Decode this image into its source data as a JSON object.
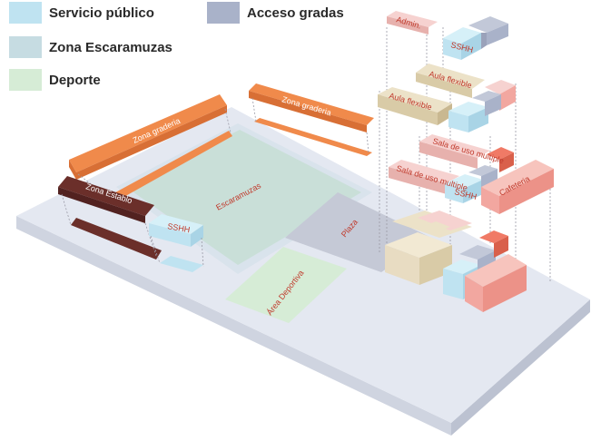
{
  "legend": {
    "items": [
      {
        "label": "Servicio público",
        "color": "#bfe3f1"
      },
      {
        "label": "Acceso gradas",
        "color": "#a9b2c9"
      },
      {
        "label": "Zona Escaramuzas",
        "color": "#c6dce2"
      },
      {
        "label": "Deporte",
        "color": "#d6ecd6"
      }
    ]
  },
  "zones": {
    "zona_graderia_left": "Zona graderia",
    "zona_graderia_right": "Zona graderia",
    "zona_establo": "Zona Establo",
    "escaramuzas": "Escaramuzas",
    "sshh_left": "SSHH",
    "area_deportiva": "Área Deportiva",
    "plaza": "Plaza",
    "admin": "Admin.",
    "sshh_top": "SSHH",
    "aula_flexible_1": "Aula flexible",
    "aula_flexible_2": "Aula flexible",
    "sala_uso_multiple_1": "Sala de uso multiple",
    "sala_uso_multiple_2": "Sala de uso multiple",
    "sshh_right": "SSHH",
    "cafeteria": "Cafeteria"
  },
  "colors": {
    "base": "#e4e8f1",
    "orange": "#f08a4b",
    "brown": "#6b2f2a",
    "escaramuzas_field": "#c9dfd8",
    "deporte": "#d6ecd6",
    "servicio_publico": "#bfe3f1",
    "acceso_gradas": "#a9b2c9",
    "pink": "#f2a7a0",
    "beige": "#e8dcc2",
    "coral": "#f07a66"
  }
}
